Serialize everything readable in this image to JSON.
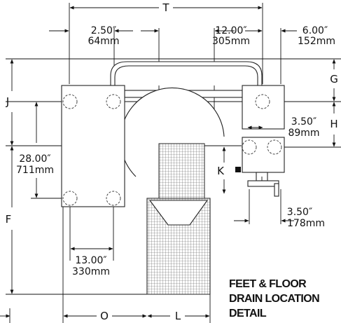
{
  "labels": {
    "T": "T",
    "G": "G",
    "J": "J",
    "H": "H",
    "K": "K",
    "F": "F",
    "O": "O",
    "L": "L"
  },
  "dims": {
    "d250_in": "2.50″",
    "d250_mm": "64mm",
    "d1200_in": "12.00″",
    "d1200_mm": "305mm",
    "d600_in": "6.00″",
    "d600_mm": "152mm",
    "d350a_in": "3.50″",
    "d350a_mm": "89mm",
    "d2800_in": "28.00″",
    "d2800_mm": "711mm",
    "d350b_in": "3.50″",
    "d350b_mm": "178mm",
    "d1300_in": "13.00″",
    "d1300_mm": "330mm"
  },
  "note": {
    "line1": "FEET & FLOOR",
    "line2": "DRAIN LOCATION",
    "line3": "DETAIL"
  }
}
